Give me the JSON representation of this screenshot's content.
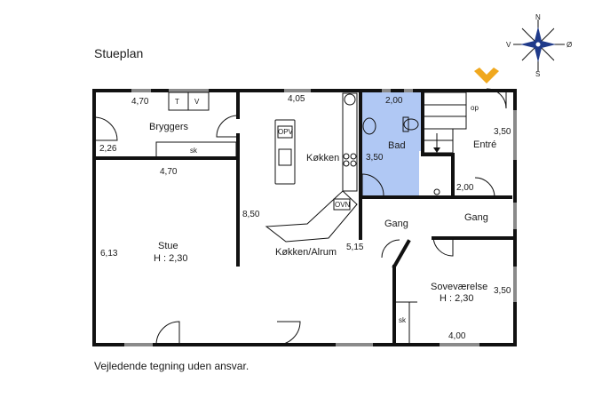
{
  "plan_title": "Stueplan",
  "disclaimer": "Vejledende tegning uden ansvar.",
  "compass": {
    "n": "N",
    "s": "S",
    "v": "V",
    "o": "Ø"
  },
  "entrance_marker_color": "#f0a81e",
  "bathroom_fill": "#b0c8f4",
  "rooms": {
    "bryggers": "Bryggers",
    "koekken": "Køkken",
    "koekken_alrum": "Køkken/Alrum",
    "stue": "Stue",
    "stue_height": "H : 2,30",
    "bad": "Bad",
    "entre": "Entré",
    "gang1": "Gang",
    "gang2": "Gang",
    "sovevaerelse": "Soveværelse",
    "sovevaerelse_height": "H : 2,30"
  },
  "fixtures": {
    "t": "T",
    "v": "V",
    "sk1": "sk",
    "sk2": "sk",
    "opv": "OPV",
    "ovn": "OVN",
    "op": "op"
  },
  "dimensions": {
    "bryggers_w": "4,70",
    "bryggers_h": "2,26",
    "stue_w": "4,70",
    "stue_h": "6,13",
    "koekken_w": "4,05",
    "koekken_h": "8,50",
    "bad_w": "2,00",
    "bad_h": "3,50",
    "entre_h": "3,50",
    "entre_w": "2,00",
    "gang_h": "5,15",
    "sov_h": "3,50",
    "sov_w": "4,00"
  }
}
